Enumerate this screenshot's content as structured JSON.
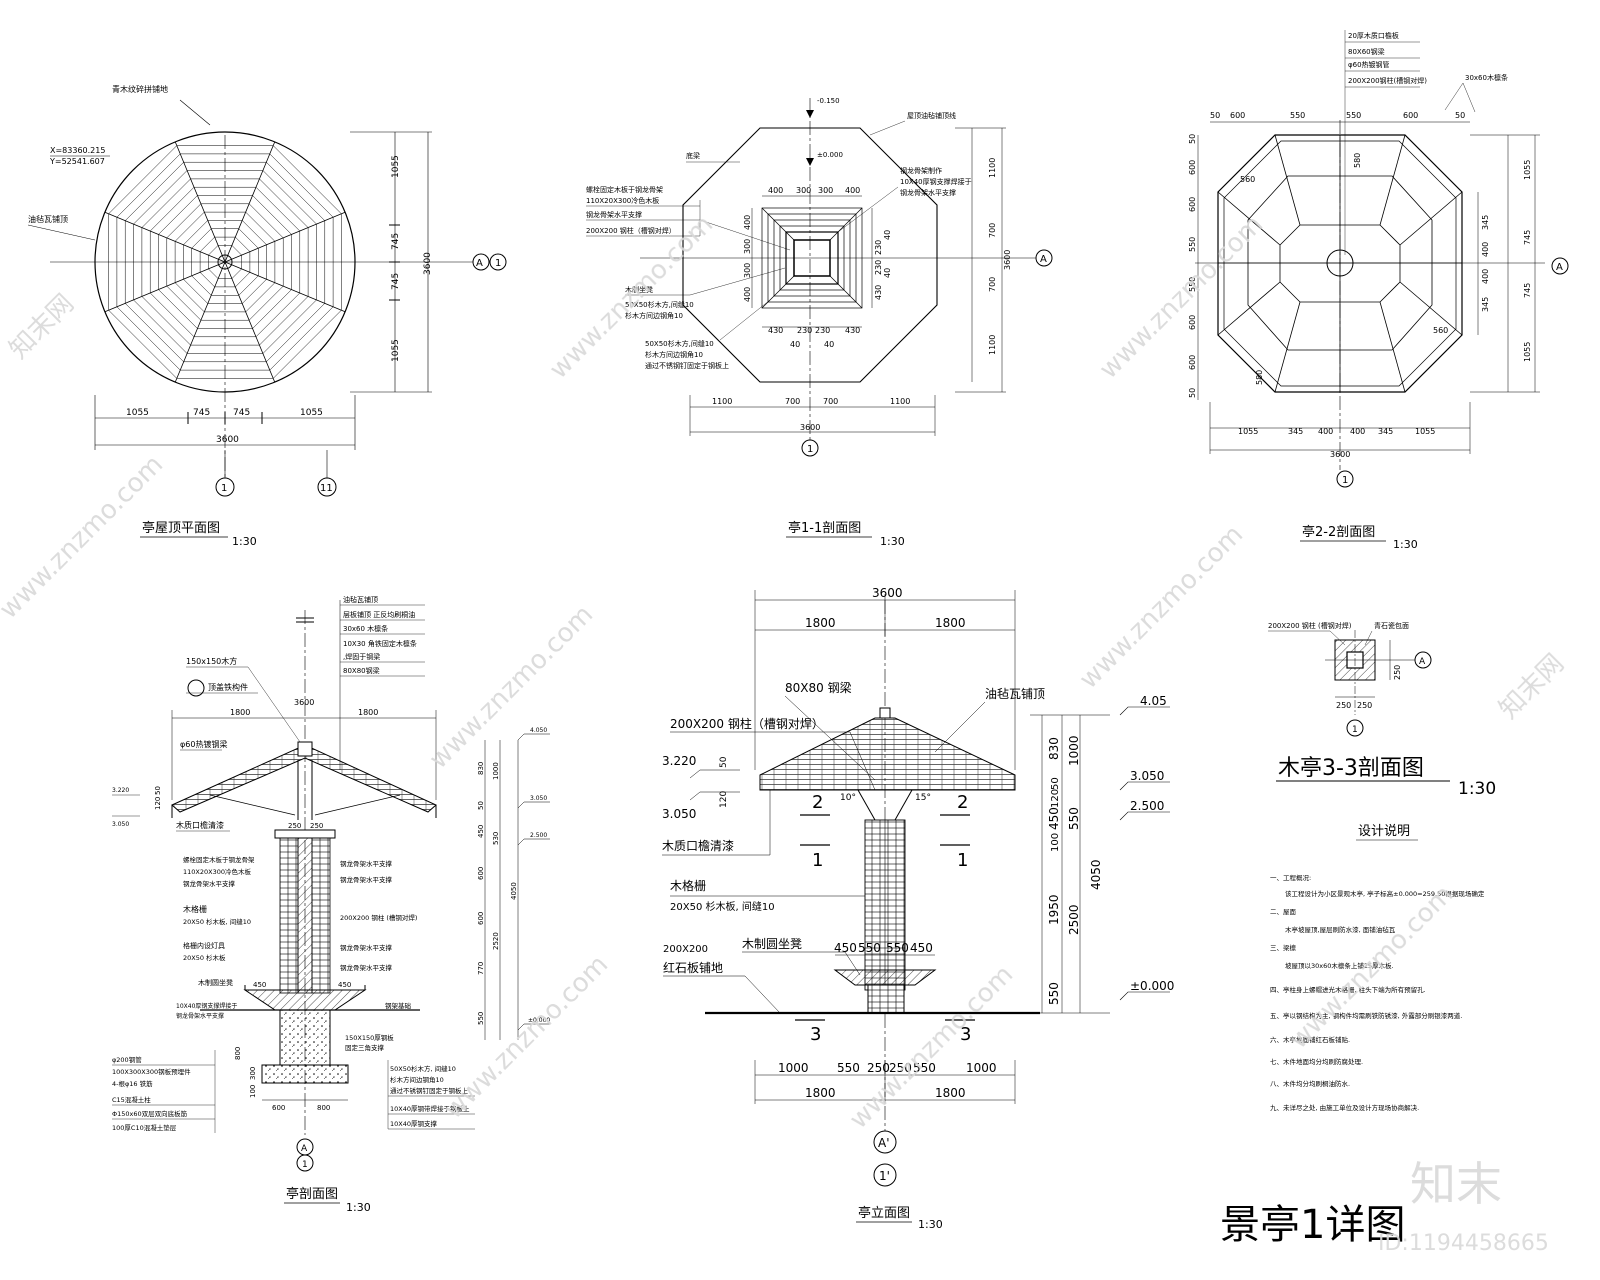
{
  "sheet_title": "景亭1详图",
  "watermark": {
    "site": "www.znzmo.com",
    "brand": "知末网",
    "logo": "知末",
    "id": "ID:1194458665"
  },
  "views": {
    "roof_plan": {
      "title": "亭屋顶平面图",
      "scale": "1:30",
      "notes": [
        "青木纹碎拼铺地",
        "X=83360.215",
        "Y=52541.607",
        "油毡瓦铺顶"
      ],
      "dims_right": [
        "1055",
        "745",
        "745",
        "1055"
      ],
      "dim_total_right": "3600",
      "dims_bottom": [
        "1055",
        "745",
        "745",
        "1055"
      ],
      "dim_total_bottom": "3600",
      "axes": [
        "A",
        "1",
        "1",
        "11"
      ]
    },
    "section_1_1": {
      "title": "亭1-1剖面图",
      "scale": "1:30",
      "notes": [
        "-0.150",
        "±0.000",
        "屋顶油毡铺顶线",
        "钢龙骨架制作",
        "底梁",
        "10X40厚钢支撑焊接于",
        "钢龙骨架水平支撑",
        "螺栓固定木板于钢龙骨架",
        "110X20X300冷色木板",
        "钢龙骨架水平支撑",
        "200X200 钢柱（槽钢对焊）",
        "木制坐凳",
        "50X50杉木方,间缝10",
        "杉木方间边钢角10",
        "50X50杉木方,间缝10",
        "杉木方间边钢角10",
        "通过不锈钢钉固定于钢板上"
      ],
      "top_dims": [
        "400",
        "300",
        "300",
        "400"
      ],
      "inner_left": [
        "400",
        "300",
        "300",
        "400"
      ],
      "inner_right": [
        "230",
        "230",
        "430"
      ],
      "inner_right2": [
        "40",
        "40"
      ],
      "bottom_inner": [
        "430",
        "230",
        "230",
        "430"
      ],
      "bottom_inner2": [
        "40",
        "40"
      ],
      "dims_right": [
        "1100",
        "700",
        "700",
        "1100"
      ],
      "dim_total_right": "3600",
      "dims_bottom": [
        "1100",
        "700",
        "700",
        "1100"
      ],
      "dim_total_bottom": "3600",
      "axes": [
        "A",
        "1"
      ]
    },
    "section_2_2": {
      "title": "亭2-2剖面图",
      "scale": "1:30",
      "notes": [
        "20厚木质口檐板",
        "80X60钢梁",
        "φ60热镀钢管",
        "200X200钢柱(槽钢对焊)",
        "30x60木檩条"
      ],
      "top_dims": [
        "50",
        "600",
        "550",
        "550",
        "600",
        "50"
      ],
      "left_dims": [
        "50",
        "600",
        "600",
        "550",
        "550",
        "600",
        "600",
        "50"
      ],
      "inner": [
        "580",
        "560",
        "560",
        "580"
      ],
      "right_inner": [
        "345",
        "400",
        "400",
        "345"
      ],
      "dims_right": [
        "1055",
        "745",
        "745",
        "1055"
      ],
      "dim_total_right": "3600",
      "dims_bottom": [
        "1055",
        "345",
        "400",
        "400",
        "345",
        "1055"
      ],
      "dim_total_bottom": "3600",
      "axes": [
        "A",
        "1"
      ]
    },
    "section_view": {
      "title": "亭剖面图",
      "scale": "1:30",
      "top_notes": [
        "油毡瓦铺顶",
        "层板铺顶 正反均刷桐油",
        "30x60 木檩条",
        "10X30 角铁固定木檩条",
        ",焊固于钢梁",
        "80X80钢梁"
      ],
      "notes": [
        "150x150木方",
        "顶盖铁构件",
        "φ60热镀钢梁",
        "木质口檐清漆",
        "螺栓固定木板于钢龙骨架",
        "110X20X300冷色木板",
        "钢龙骨架水平支撑",
        "木格栅",
        "20X50 杉木板, 间缝10",
        "格栅内设灯具",
        "20X50 杉木板",
        "木制圆坐凳",
        "10X40厚钢支撑焊接于",
        "钢龙骨架水平支撑",
        "φ200钢管",
        "100X300X300钢板预埋件",
        "4-根φ16 铁筋",
        "C15混凝土柱",
        "Φ150x60双层双向底板筋",
        "100厚C10混凝土垫层",
        "钢龙骨架水平支撑",
        "钢龙骨架水平支撑",
        "200X200 钢柱 (槽钢对焊)",
        "钢龙骨架水平支撑",
        "钢龙骨架水平支撑",
        "钢架基础",
        "150X150厚钢板",
        "固定三角支撑",
        "50X50杉木方, 间缝10",
        "杉木方间边钢角10",
        "通过不锈钢钉固定于钢板上",
        "10X40厚钢带焊接于钢板上",
        "10X40厚钢支撑"
      ],
      "level_marks": [
        "4.050",
        "3.050",
        "2.500",
        "±0.000",
        "3.220",
        "3.050"
      ],
      "dims_top": [
        "1800",
        "1800"
      ],
      "dim_total_top": "3600",
      "dims_right1": [
        "830",
        "50",
        "450",
        "600",
        "600",
        "770",
        "550"
      ],
      "dims_right2": [
        "1000",
        "530",
        "2520"
      ],
      "dim_total_right": "4050",
      "inner": [
        "250",
        "250",
        "450",
        "450",
        "120",
        "50",
        "800",
        "100",
        "300"
      ],
      "dims_bottom": [
        "600",
        "800"
      ],
      "axes": [
        "A",
        "1",
        "1"
      ]
    },
    "elevation": {
      "title": "亭立面图",
      "scale": "1:30",
      "notes": [
        "80X80 钢梁",
        "200X200 钢柱（槽钢对焊）",
        "油毡瓦铺顶",
        "木质口檐清漆",
        "木格栅",
        "20X50 杉木板, 间缝10",
        "200X200",
        "红石板铺地",
        "木制圆坐凳"
      ],
      "level_marks": [
        "4.05",
        "3.050",
        "2.500",
        "±0.000",
        "3.220",
        "3.050"
      ],
      "small_dims": [
        "50",
        "120"
      ],
      "dims_top": [
        "1800",
        "1800"
      ],
      "dim_total_top": "3600",
      "dims_right1": [
        "830",
        "50",
        "120",
        "450",
        "100",
        "1950",
        "550"
      ],
      "dims_right2": [
        "1000",
        "550",
        "2500",
        "550"
      ],
      "dim_total_right": "4050",
      "seat_dims": [
        "450",
        "550",
        "550",
        "450"
      ],
      "dims_bottom1": [
        "1000",
        "550",
        "250",
        "250",
        "550",
        "1000"
      ],
      "dims_bottom2": [
        "1800",
        "1800"
      ],
      "sec_labels": [
        "2",
        "2",
        "1",
        "1",
        "3",
        "3"
      ],
      "angle_marks": [
        "10°",
        "15°"
      ],
      "axes": [
        "A'",
        "1'"
      ]
    },
    "section_3_3": {
      "title": "木亭3-3剖面图",
      "scale": "1:30",
      "notes": [
        "200X200 钢柱 (槽钢对焊)",
        "青石瓷包面"
      ],
      "dims_right": [
        "250"
      ],
      "dims_bottom": [
        "250",
        "250"
      ],
      "axes": [
        "A",
        "1"
      ]
    }
  },
  "design_notes": {
    "title": "设计说明",
    "lines": [
      "一、工程概况:",
      "该工程设计为小区景观木亭, 亭子标高±0.000=259.50根据现场确定",
      "二、屋面",
      "木亭坡屋顶,屋层刷防水漆, 面铺油毡瓦",
      "三、梁檩",
      "坡屋顶以30x60木檩条上铺25厚木板.",
      "四、亭柱身上螺帽进光木格栅, 柱头下端为所有预留孔.",
      "五、亭以钢结构为主, 钢构件均需刷铁防锈漆, 外露部分刷银漆两道.",
      "六、木亭地面铺红石板铺贴.",
      "七、木件地面均分均刷防腐处理.",
      "八、木件均分均刷桐油防水.",
      "九、未详尽之处, 由施工单位及设计方现场协商解决."
    ]
  }
}
